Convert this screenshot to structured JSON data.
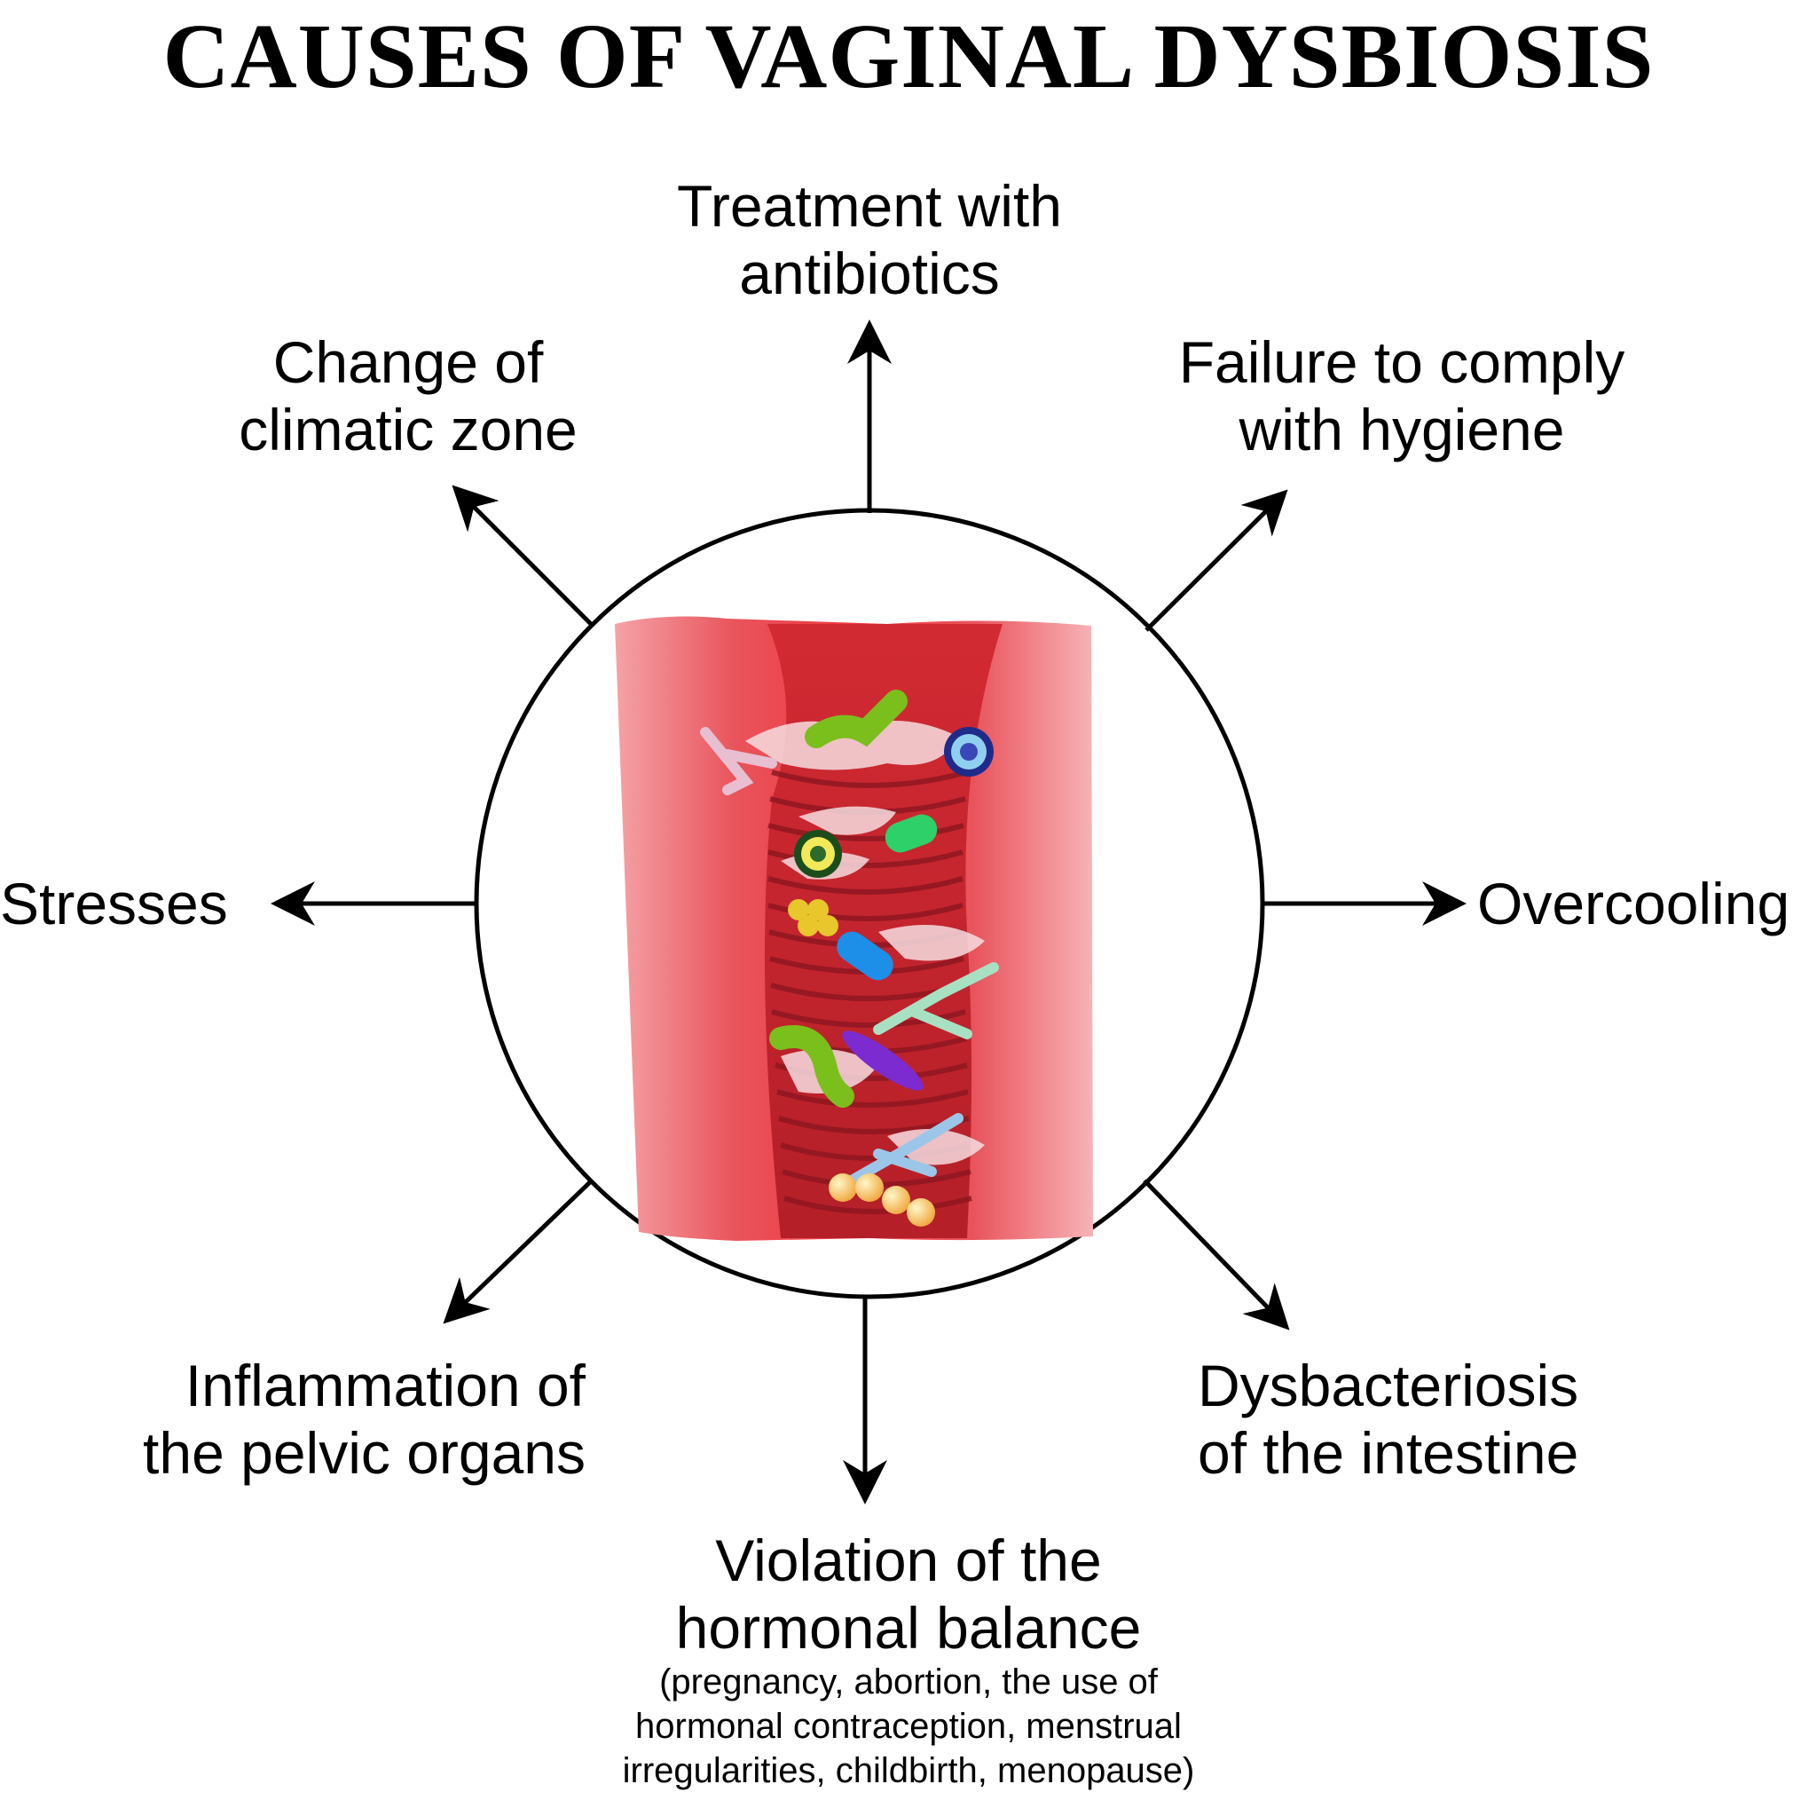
{
  "title": "CAUSES OF VAGINAL DYSBIOSIS",
  "causes": {
    "top": [
      "Treatment with",
      "antibiotics"
    ],
    "top_left": [
      "Change of",
      "climatic zone"
    ],
    "top_right": [
      "Failure to comply",
      "with hygiene"
    ],
    "left": [
      "Stresses"
    ],
    "right": [
      "Overcooling"
    ],
    "bottom_left": [
      "Inflammation of",
      "the pelvic organs"
    ],
    "bottom_right": [
      "Dysbacteriosis",
      "of the intestine"
    ],
    "bottom": [
      "Violation of the",
      "hormonal balance"
    ]
  },
  "hormonal_note": [
    "(pregnancy, abortion, the use of",
    "hormonal contraception, menstrual",
    "irregularities, childbirth, menopause)"
  ],
  "colors": {
    "tissue_red": "#e8464f",
    "tissue_light": "#f0868c",
    "ring_dark": "#a3222b",
    "ring_mid": "#c8323a",
    "mucus": "#f6dde0"
  }
}
